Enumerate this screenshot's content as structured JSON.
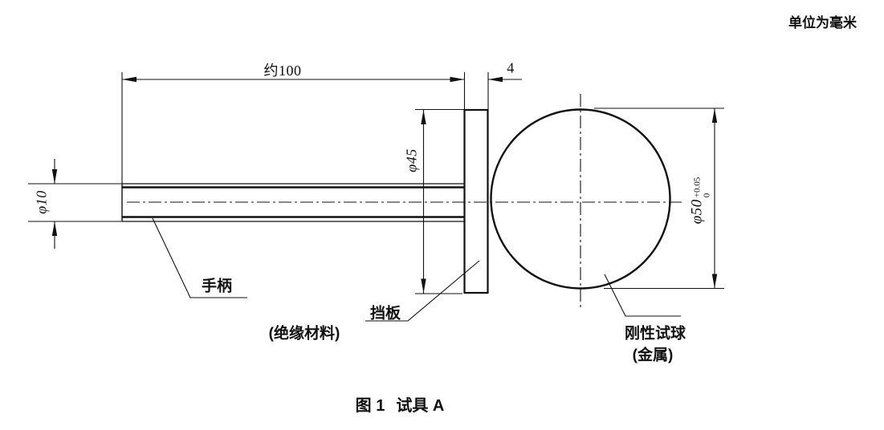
{
  "meta": {
    "units_note": "单位为毫米"
  },
  "figure": {
    "caption_prefix": "图 1",
    "caption_title": "试具 A"
  },
  "dimensions": {
    "length_approx": "约100",
    "plate_thickness": "4",
    "plate_diameter": "φ45",
    "handle_diameter": "φ10",
    "ball_diameter": "φ50",
    "ball_tolerance_upper": "+0.05",
    "ball_tolerance_lower": "0"
  },
  "labels": {
    "handle": "手柄",
    "handle_material": "(绝缘材料)",
    "baffle": "挡板",
    "ball": "刚性试球",
    "ball_material": "(金属)"
  },
  "colors": {
    "line": "#111111",
    "background": "#ffffff"
  }
}
